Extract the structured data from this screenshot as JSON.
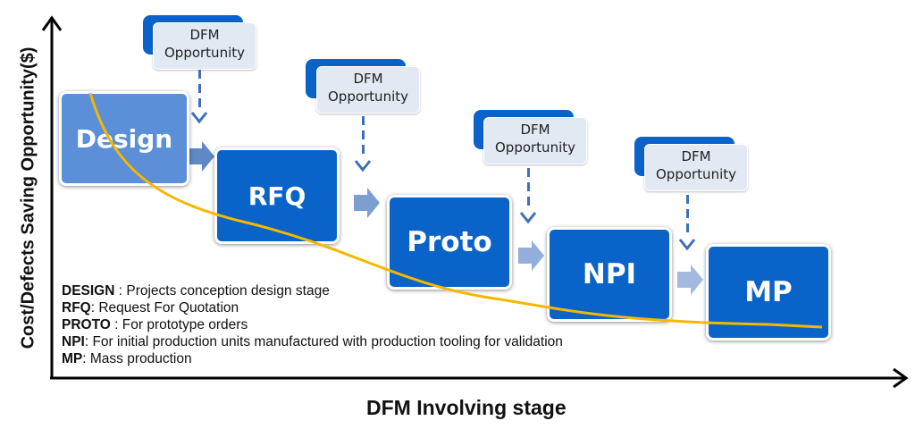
{
  "axes": {
    "y_label": "Cost/Defects Saving Opportunity($)",
    "x_label": "DFM Involving stage"
  },
  "stages": [
    {
      "id": "design",
      "label": "Design"
    },
    {
      "id": "rfq",
      "label": "RFQ"
    },
    {
      "id": "proto",
      "label": "Proto"
    },
    {
      "id": "npi",
      "label": "NPI"
    },
    {
      "id": "mp",
      "label": "MP"
    }
  ],
  "callouts": [
    {
      "line1": "DFM",
      "line2": "Opportunity"
    },
    {
      "line1": "DFM",
      "line2": "Opportunity"
    },
    {
      "line1": "DFM",
      "line2": "Opportunity"
    },
    {
      "line1": "DFM",
      "line2": "Opportunity"
    }
  ],
  "legend": [
    {
      "term": "DESIGN",
      "sep": " : ",
      "desc": "Projects conception design stage"
    },
    {
      "term": "RFQ",
      "sep": ": ",
      "desc": "Request For Quotation"
    },
    {
      "term": "PROTO",
      "sep": " : ",
      "desc": "For prototype orders"
    },
    {
      "term": "NPI",
      "sep": ": ",
      "desc": "For initial production units manufactured with production tooling for validation"
    },
    {
      "term": "MP",
      "sep": ": ",
      "desc": "Mass production"
    }
  ],
  "colors": {
    "stage_blue": "#0a63c9",
    "design_blue": "#5b8fd7",
    "curve": "#f5b800",
    "arrow": "#5f88c4"
  }
}
